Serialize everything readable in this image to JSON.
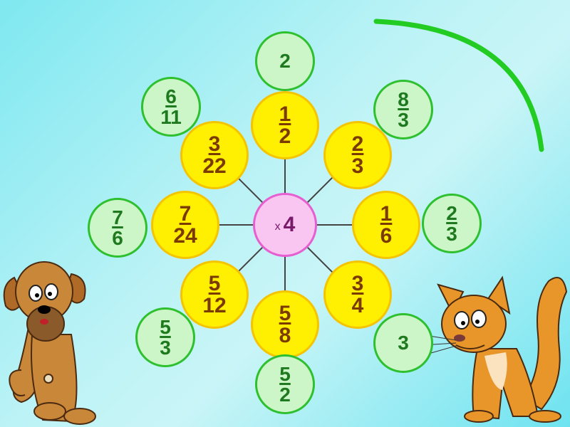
{
  "center": {
    "operator": "x",
    "multiplier": "4"
  },
  "petals": [
    {
      "id": "top",
      "num": "1",
      "den": "2",
      "answer": {
        "whole": "2"
      }
    },
    {
      "id": "top-right",
      "num": "2",
      "den": "3",
      "answer": {
        "num": "8",
        "den": "3"
      }
    },
    {
      "id": "right",
      "num": "1",
      "den": "6",
      "answer": {
        "num": "2",
        "den": "3"
      }
    },
    {
      "id": "bottom-right",
      "num": "3",
      "den": "4",
      "answer": {
        "whole": "3"
      }
    },
    {
      "id": "bottom",
      "num": "5",
      "den": "8",
      "answer": {
        "num": "5",
        "den": "2"
      }
    },
    {
      "id": "bottom-left",
      "num": "5",
      "den": "12",
      "answer": {
        "num": "5",
        "den": "3"
      }
    },
    {
      "id": "left",
      "num": "7",
      "den": "24",
      "answer": {
        "num": "7",
        "den": "6"
      }
    },
    {
      "id": "top-left",
      "num": "3",
      "den": "22",
      "answer": {
        "num": "6",
        "den": "11"
      }
    }
  ],
  "colors": {
    "petal_fill": "#ffef00",
    "answer_fill": "#ccf6c8",
    "center_fill": "#f8c6f0",
    "arc": "#22cc22"
  }
}
